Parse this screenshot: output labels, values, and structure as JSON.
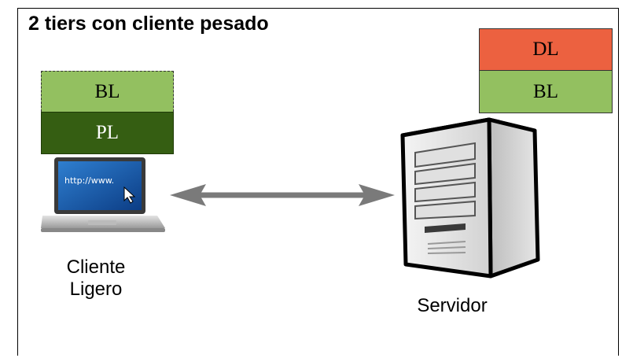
{
  "title": "2 tiers con cliente pesado",
  "client": {
    "layers": [
      "BL",
      "PL"
    ],
    "url_text": "http://www.",
    "caption_line1": "Cliente",
    "caption_line2": "Ligero"
  },
  "server": {
    "layers": [
      "DL",
      "BL"
    ],
    "caption": "Servidor"
  },
  "colors": {
    "business_layer": "#93c060",
    "presentation_layer": "#355e12",
    "data_layer": "#ec6140",
    "arrow": "#7a7a7a"
  },
  "icons": [
    "laptop-icon",
    "server-icon",
    "cursor-icon",
    "bidirectional-arrow"
  ]
}
